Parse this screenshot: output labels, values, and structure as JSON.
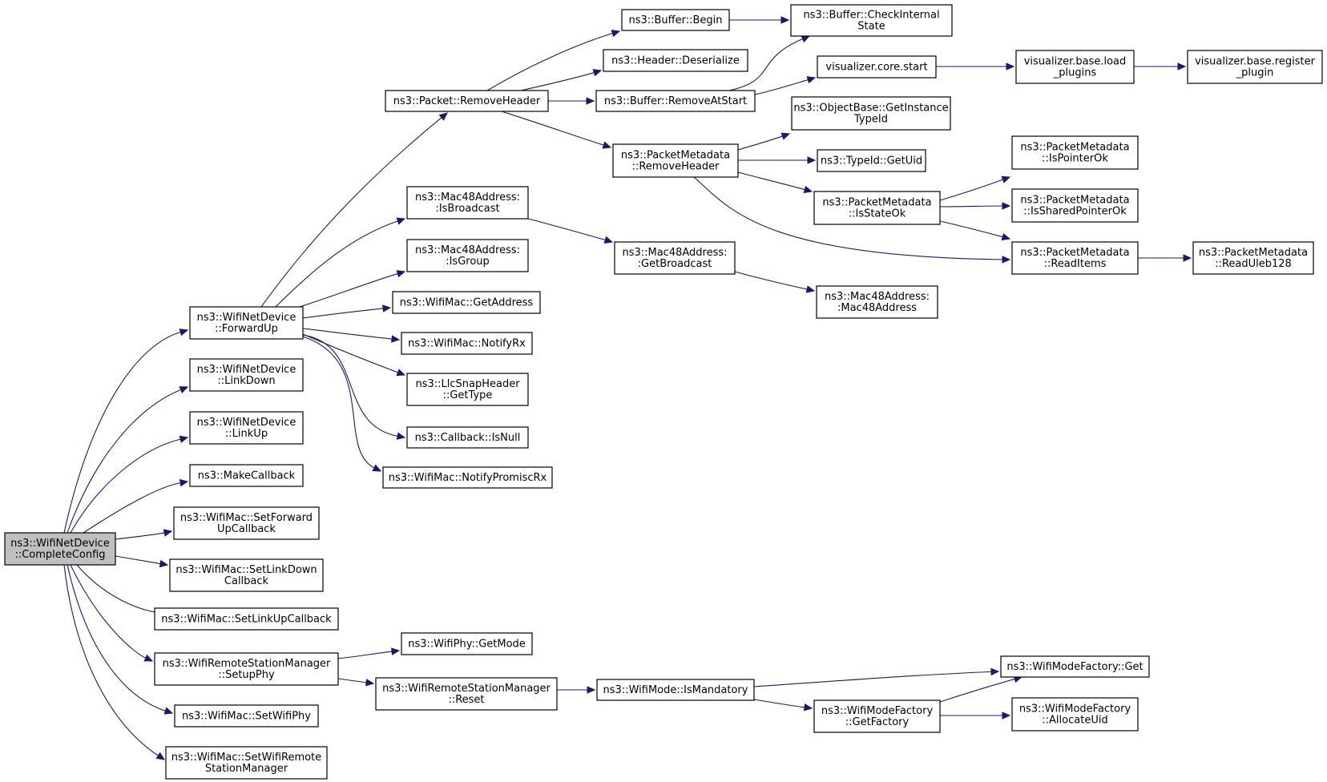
{
  "graph": {
    "edge_color": "#191970",
    "root_fill": "#bfbfbf",
    "nodes": [
      {
        "id": "complete_config",
        "lines": [
          "ns3::WifiNetDevice",
          "::CompleteConfig"
        ],
        "root": true
      },
      {
        "id": "forward_up",
        "lines": [
          "ns3::WifiNetDevice",
          "::ForwardUp"
        ]
      },
      {
        "id": "link_down",
        "lines": [
          "ns3::WifiNetDevice",
          "::LinkDown"
        ]
      },
      {
        "id": "link_up",
        "lines": [
          "ns3::WifiNetDevice",
          "::LinkUp"
        ]
      },
      {
        "id": "make_callback",
        "lines": [
          "ns3::MakeCallback"
        ]
      },
      {
        "id": "set_forward_up",
        "lines": [
          "ns3::WifiMac::SetForward",
          "UpCallback"
        ]
      },
      {
        "id": "set_link_down",
        "lines": [
          "ns3::WifiMac::SetLinkDown",
          "Callback"
        ]
      },
      {
        "id": "set_link_up",
        "lines": [
          "ns3::WifiMac::SetLinkUpCallback"
        ]
      },
      {
        "id": "setup_phy",
        "lines": [
          "ns3::WifiRemoteStationManager",
          "::SetupPhy"
        ]
      },
      {
        "id": "set_wifi_phy",
        "lines": [
          "ns3::WifiMac::SetWifiPhy"
        ]
      },
      {
        "id": "set_wifi_remote",
        "lines": [
          "ns3::WifiMac::SetWifiRemote",
          "StationManager"
        ]
      },
      {
        "id": "packet_remove_header",
        "lines": [
          "ns3::Packet::RemoveHeader"
        ]
      },
      {
        "id": "is_broadcast",
        "lines": [
          "ns3::Mac48Address:",
          ":IsBroadcast"
        ]
      },
      {
        "id": "is_group",
        "lines": [
          "ns3::Mac48Address:",
          ":IsGroup"
        ]
      },
      {
        "id": "get_address",
        "lines": [
          "ns3::WifiMac::GetAddress"
        ]
      },
      {
        "id": "notify_rx",
        "lines": [
          "ns3::WifiMac::NotifyRx"
        ]
      },
      {
        "id": "llc_get_type",
        "lines": [
          "ns3::LlcSnapHeader",
          "::GetType"
        ]
      },
      {
        "id": "callback_is_null",
        "lines": [
          "ns3::Callback::IsNull"
        ]
      },
      {
        "id": "notify_promisc_rx",
        "lines": [
          "ns3::WifiMac::NotifyPromiscRx"
        ]
      },
      {
        "id": "get_mode",
        "lines": [
          "ns3::WifiPhy::GetMode"
        ]
      },
      {
        "id": "station_reset",
        "lines": [
          "ns3::WifiRemoteStationManager",
          "::Reset"
        ]
      },
      {
        "id": "buffer_begin",
        "lines": [
          "ns3::Buffer::Begin"
        ]
      },
      {
        "id": "header_deserialize",
        "lines": [
          "ns3::Header::Deserialize"
        ]
      },
      {
        "id": "buffer_remove_at_start",
        "lines": [
          "ns3::Buffer::RemoveAtStart"
        ]
      },
      {
        "id": "metadata_remove_header",
        "lines": [
          "ns3::PacketMetadata",
          "::RemoveHeader"
        ]
      },
      {
        "id": "get_broadcast",
        "lines": [
          "ns3::Mac48Address:",
          ":GetBroadcast"
        ]
      },
      {
        "id": "mode_is_mandatory",
        "lines": [
          "ns3::WifiMode::IsMandatory"
        ]
      },
      {
        "id": "check_internal_state",
        "lines": [
          "ns3::Buffer::CheckInternal",
          "State"
        ]
      },
      {
        "id": "visualizer_start",
        "lines": [
          "visualizer.core.start"
        ]
      },
      {
        "id": "get_instance_type_id",
        "lines": [
          "ns3::ObjectBase::GetInstance",
          "TypeId"
        ]
      },
      {
        "id": "typeid_get_uid",
        "lines": [
          "ns3::TypeId::GetUid"
        ]
      },
      {
        "id": "metadata_is_state_ok",
        "lines": [
          "ns3::PacketMetadata",
          "::IsStateOk"
        ]
      },
      {
        "id": "mac48_ctor",
        "lines": [
          "ns3::Mac48Address:",
          ":Mac48Address"
        ]
      },
      {
        "id": "mode_factory_get_factory",
        "lines": [
          "ns3::WifiModeFactory",
          "::GetFactory"
        ]
      },
      {
        "id": "load_plugins",
        "lines": [
          "visualizer.base.load",
          "_plugins"
        ]
      },
      {
        "id": "is_pointer_ok",
        "lines": [
          "ns3::PacketMetadata",
          "::IsPointerOk"
        ]
      },
      {
        "id": "is_shared_pointer_ok",
        "lines": [
          "ns3::PacketMetadata",
          "::IsSharedPointerOk"
        ]
      },
      {
        "id": "read_items",
        "lines": [
          "ns3::PacketMetadata",
          "::ReadItems"
        ]
      },
      {
        "id": "mode_factory_get",
        "lines": [
          "ns3::WifiModeFactory::Get"
        ]
      },
      {
        "id": "allocate_uid",
        "lines": [
          "ns3::WifiModeFactory",
          "::AllocateUid"
        ]
      },
      {
        "id": "register_plugin",
        "lines": [
          "visualizer.base.register",
          "_plugin"
        ]
      },
      {
        "id": "read_uleb128",
        "lines": [
          "ns3::PacketMetadata",
          "::ReadUleb128"
        ]
      }
    ],
    "edges": [
      [
        "complete_config",
        "forward_up"
      ],
      [
        "complete_config",
        "link_down"
      ],
      [
        "complete_config",
        "link_up"
      ],
      [
        "complete_config",
        "make_callback"
      ],
      [
        "complete_config",
        "set_forward_up"
      ],
      [
        "complete_config",
        "set_link_down"
      ],
      [
        "complete_config",
        "set_link_up"
      ],
      [
        "complete_config",
        "setup_phy"
      ],
      [
        "complete_config",
        "set_wifi_phy"
      ],
      [
        "complete_config",
        "set_wifi_remote"
      ],
      [
        "forward_up",
        "packet_remove_header"
      ],
      [
        "forward_up",
        "is_broadcast"
      ],
      [
        "forward_up",
        "is_group"
      ],
      [
        "forward_up",
        "get_address"
      ],
      [
        "forward_up",
        "notify_rx"
      ],
      [
        "forward_up",
        "llc_get_type"
      ],
      [
        "forward_up",
        "callback_is_null"
      ],
      [
        "forward_up",
        "notify_promisc_rx"
      ],
      [
        "packet_remove_header",
        "buffer_begin"
      ],
      [
        "packet_remove_header",
        "header_deserialize"
      ],
      [
        "packet_remove_header",
        "buffer_remove_at_start"
      ],
      [
        "packet_remove_header",
        "metadata_remove_header"
      ],
      [
        "buffer_begin",
        "check_internal_state"
      ],
      [
        "buffer_remove_at_start",
        "check_internal_state"
      ],
      [
        "buffer_remove_at_start",
        "visualizer_start"
      ],
      [
        "visualizer_start",
        "load_plugins"
      ],
      [
        "load_plugins",
        "register_plugin"
      ],
      [
        "metadata_remove_header",
        "get_instance_type_id"
      ],
      [
        "metadata_remove_header",
        "typeid_get_uid"
      ],
      [
        "metadata_remove_header",
        "metadata_is_state_ok"
      ],
      [
        "metadata_remove_header",
        "read_items"
      ],
      [
        "metadata_is_state_ok",
        "is_pointer_ok"
      ],
      [
        "metadata_is_state_ok",
        "is_shared_pointer_ok"
      ],
      [
        "metadata_is_state_ok",
        "read_items"
      ],
      [
        "read_items",
        "read_uleb128"
      ],
      [
        "is_broadcast",
        "get_broadcast"
      ],
      [
        "get_broadcast",
        "mac48_ctor"
      ],
      [
        "setup_phy",
        "get_mode"
      ],
      [
        "setup_phy",
        "station_reset"
      ],
      [
        "station_reset",
        "mode_is_mandatory"
      ],
      [
        "mode_is_mandatory",
        "mode_factory_get"
      ],
      [
        "mode_is_mandatory",
        "mode_factory_get_factory"
      ],
      [
        "mode_factory_get_factory",
        "mode_factory_get"
      ],
      [
        "mode_factory_get_factory",
        "allocate_uid"
      ]
    ]
  }
}
